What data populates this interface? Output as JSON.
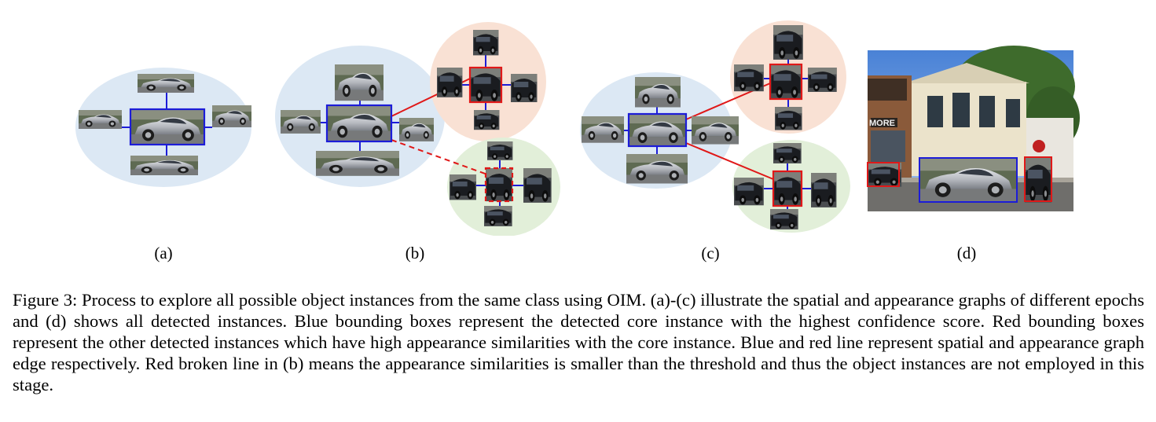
{
  "figure": {
    "subfigure_labels": [
      "(a)",
      "(b)",
      "(c)",
      "(d)"
    ],
    "colors": {
      "spatial_ellipse": "#dce8f4",
      "appearance_ellipse_top": "#f9e1d4",
      "appearance_ellipse_bottom": "#e2efd9",
      "core_box": "#1c1cd8",
      "instance_box": "#e01818",
      "spatial_edge": "#1c1cd8",
      "appearance_edge": "#e01818",
      "silver_car": "#b9bcc2",
      "dark_car": "#2a2c30"
    },
    "icons": [
      "silver-car-patch",
      "dark-car-patch",
      "street-scene-photo"
    ]
  },
  "caption": {
    "text": "Figure 3: Process to explore all possible object instances from the same class using OIM. (a)-(c) illustrate the spatial and appearance graphs of different epochs and (d) shows all detected instances. Blue bounding boxes represent the detected core instance with the highest confidence score. Red bounding boxes represent the other detected instances which have high appearance similarities with the core instance. Blue and red line represent spatial and appearance graph edge respectively. Red broken line in (b) means the appearance similarities is smaller than the threshold and thus the object instances are not employed in this stage."
  },
  "photo_text": {
    "store_sign": "MORE"
  }
}
